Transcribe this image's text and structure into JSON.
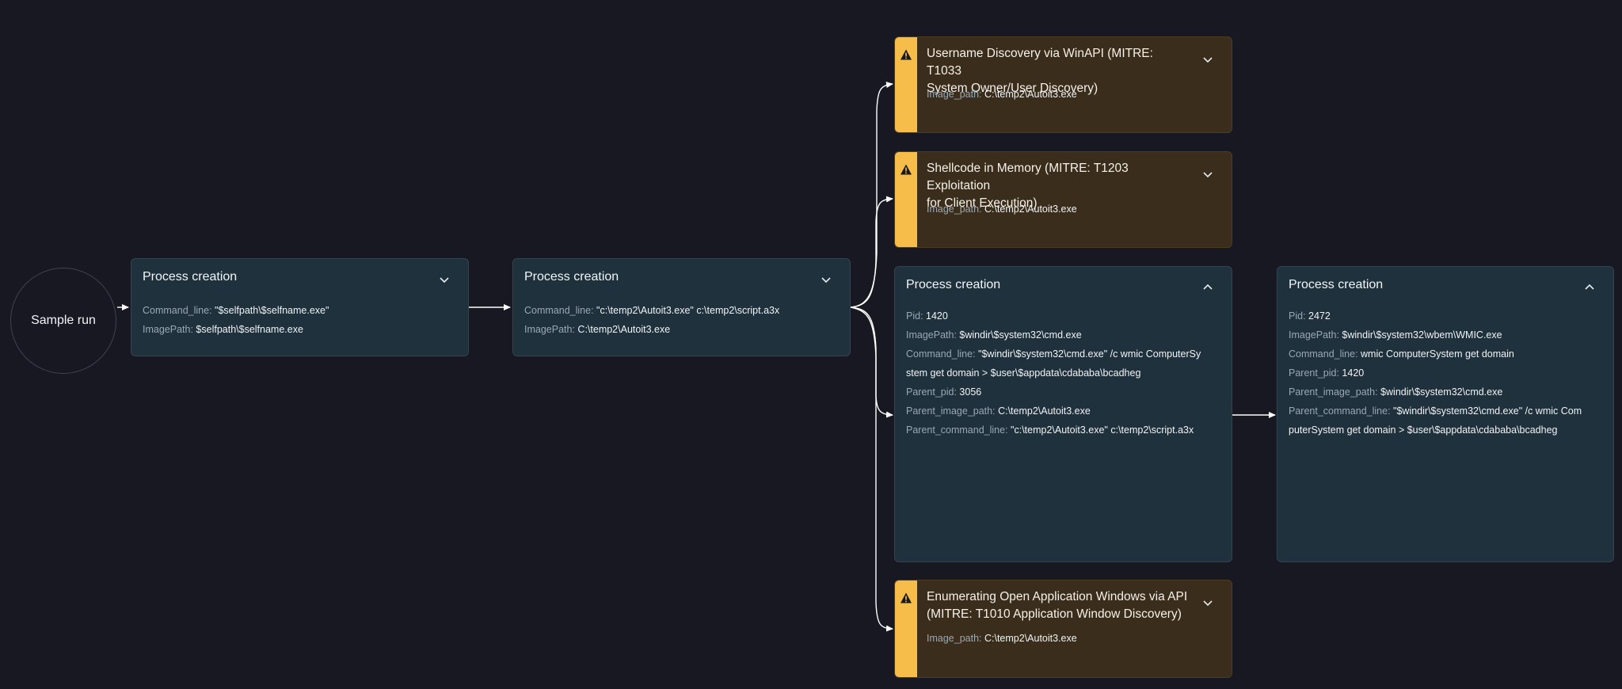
{
  "start": {
    "label": "Sample run"
  },
  "nodes": {
    "pc1": {
      "title": "Process creation",
      "fields": [
        {
          "key": "Command_line:",
          "value": "\"$selfpath\\$selfname.exe\""
        },
        {
          "key": "ImagePath:",
          "value": "$selfpath\\$selfname.exe"
        }
      ]
    },
    "pc2": {
      "title": "Process creation",
      "fields": [
        {
          "key": "Command_line:",
          "value": "\"c:\\temp2\\Autoit3.exe\" c:\\temp2\\script.a3x"
        },
        {
          "key": "ImagePath:",
          "value": "C:\\temp2\\Autoit3.exe"
        }
      ]
    },
    "pc3": {
      "title": "Process creation",
      "fields": [
        {
          "key": "Pid:",
          "value": "1420"
        },
        {
          "key": "ImagePath:",
          "value": "$windir\\$system32\\cmd.exe"
        },
        {
          "key": "Command_line:",
          "value": "\"$windir\\$system32\\cmd.exe\" /c wmic ComputerSy"
        },
        {
          "key": "",
          "value": "stem get domain > $user\\$appdata\\cdababa\\bcadheg"
        },
        {
          "key": "Parent_pid:",
          "value": "3056"
        },
        {
          "key": "Parent_image_path:",
          "value": "C:\\temp2\\Autoit3.exe"
        },
        {
          "key": "Parent_command_line:",
          "value": "\"c:\\temp2\\Autoit3.exe\" c:\\temp2\\script.a3x"
        }
      ]
    },
    "pc4": {
      "title": "Process creation",
      "fields": [
        {
          "key": "Pid:",
          "value": "2472"
        },
        {
          "key": "ImagePath:",
          "value": "$windir\\$system32\\wbem\\WMIC.exe"
        },
        {
          "key": "Command_line:",
          "value": "wmic ComputerSystem get domain"
        },
        {
          "key": "Parent_pid:",
          "value": "1420"
        },
        {
          "key": "Parent_image_path:",
          "value": "$windir\\$system32\\cmd.exe"
        },
        {
          "key": "Parent_command_line:",
          "value": "\"$windir\\$system32\\cmd.exe\" /c wmic Com"
        },
        {
          "key": "",
          "value": "puterSystem get domain > $user\\$appdata\\cdababa\\bcadheg"
        }
      ]
    }
  },
  "alerts": {
    "a1": {
      "title_lines": [
        "Username Discovery via WinAPI (MITRE: T1033",
        "System Owner/User Discovery)"
      ],
      "field": {
        "key": "Image_path:",
        "value": "C:\\temp2\\Autoit3.exe"
      }
    },
    "a2": {
      "title_lines": [
        "Shellcode in Memory (MITRE: T1203 Exploitation",
        "for Client Execution)"
      ],
      "field": {
        "key": "Image_path:",
        "value": "C:\\temp2\\Autoit3.exe"
      }
    },
    "a3": {
      "title_lines": [
        "Enumerating Open Application Windows via API",
        "(MITRE: T1010 Application Window Discovery)"
      ],
      "field": {
        "key": "Image_path:",
        "value": "C:\\temp2\\Autoit3.exe"
      }
    }
  },
  "colors": {
    "background": "#181823",
    "card": "#1f313d",
    "alert_card": "#3a2d1b",
    "alert_accent": "#f7bd4b",
    "edge": "#ffffff"
  },
  "icons": {
    "expand": "chevron-down-icon",
    "collapse": "chevron-up-icon",
    "warning": "warning-icon"
  }
}
